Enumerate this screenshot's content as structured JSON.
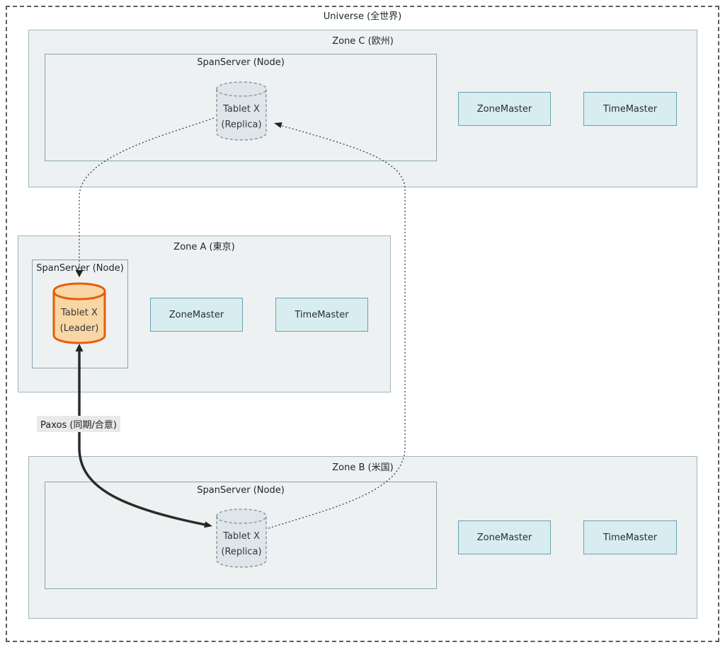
{
  "universe": {
    "title": "Universe (全世界)"
  },
  "paxos": {
    "label": "Paxos (同期/合意)"
  },
  "zone_c": {
    "label": "Zone C (欧州)",
    "spanserver": "SpanServer (Node)",
    "tablet": {
      "line1": "Tablet X",
      "line2": "(Replica)"
    },
    "zonemaster": "ZoneMaster",
    "timemaster": "TimeMaster"
  },
  "zone_a": {
    "label": "Zone A (東京)",
    "spanserver": "SpanServer (Node)",
    "tablet": {
      "line1": "Tablet X",
      "line2": "(Leader)"
    },
    "zonemaster": "ZoneMaster",
    "timemaster": "TimeMaster"
  },
  "zone_b": {
    "label": "Zone B (米国)",
    "spanserver": "SpanServer (Node)",
    "tablet": {
      "line1": "Tablet X",
      "line2": "(Replica)"
    },
    "zonemaster": "ZoneMaster",
    "timemaster": "TimeMaster"
  },
  "colors": {
    "zone_fill": "#edf1f2",
    "zone_border": "#a2b6bf",
    "spanserver_border": "#8ba3af",
    "master_fill": "#d8edf0",
    "master_border": "#68a2af",
    "replica_fill": "#dfe5e8",
    "replica_border": "#7e96a3",
    "leader_fill": "#f8d7a4",
    "leader_border": "#e65c0c",
    "arrow": "#2b2b2b",
    "universe_border": "#5f5f5f",
    "paxos_label_bg": "#e9e9e9"
  }
}
